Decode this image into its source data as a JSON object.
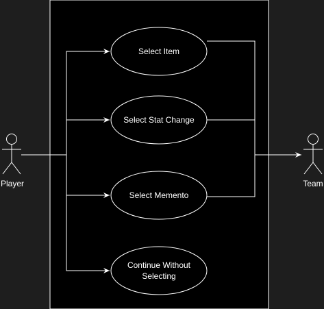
{
  "actors": {
    "player": "Player",
    "team": "Team"
  },
  "use_cases": [
    {
      "lines": [
        "Select Item"
      ]
    },
    {
      "lines": [
        "Select Stat Change"
      ]
    },
    {
      "lines": [
        "Select Memento"
      ]
    },
    {
      "lines": [
        "Continue Without",
        "Selecting"
      ]
    }
  ],
  "colors": {
    "canvas": "#1e1e1e",
    "system_boundary": "#000000",
    "stroke": "#ffffff",
    "text": "#ffffff"
  }
}
